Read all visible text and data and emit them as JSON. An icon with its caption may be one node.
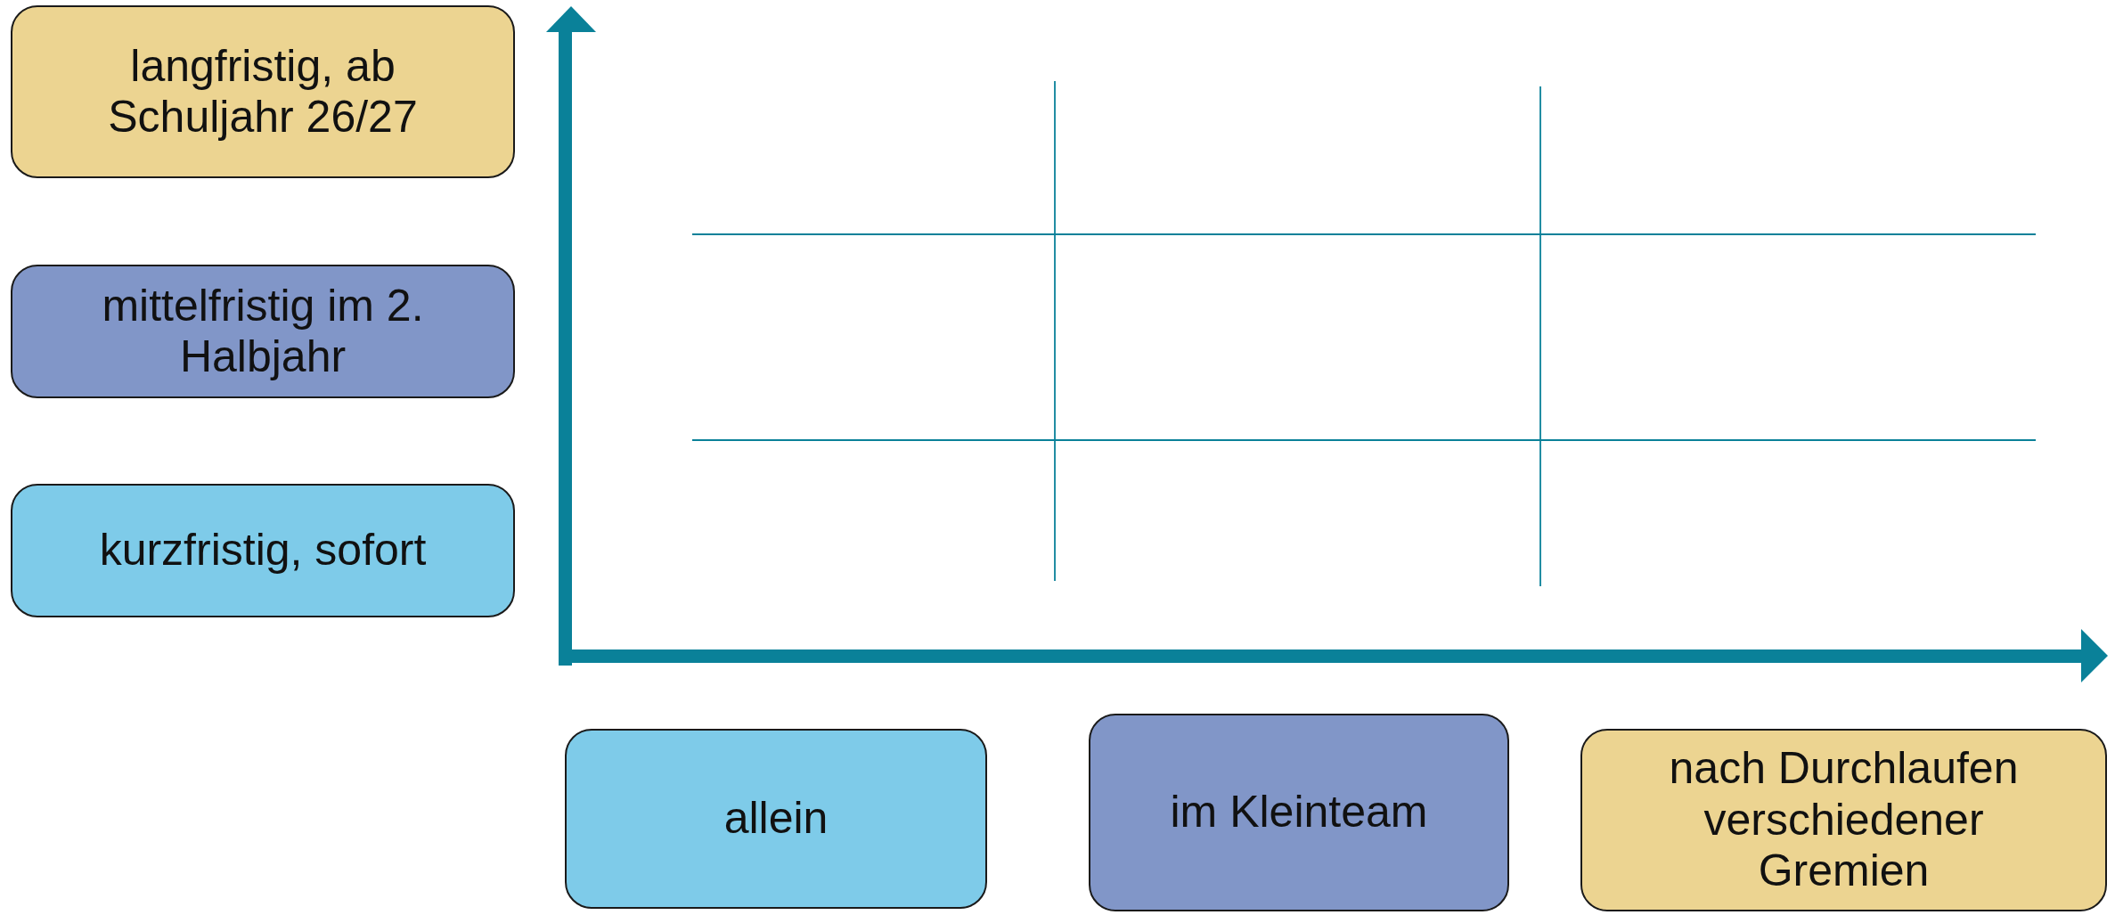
{
  "diagram": {
    "nodes": [
      {
        "text": [
          "langfristig, ab Schuljahr 26/27"
        ]
      },
      {
        "text": [
          "mittelfristig im 2. Halbjahr"
        ]
      },
      {
        "text": [
          "kurzfristig, sofort"
        ]
      },
      {
        "text": [
          "allein"
        ]
      },
      {
        "text": [
          "im Kleinteam"
        ]
      },
      {
        "text": [
          "nach Durchlaufen verschiedener Gremien"
        ]
      }
    ]
  }
}
